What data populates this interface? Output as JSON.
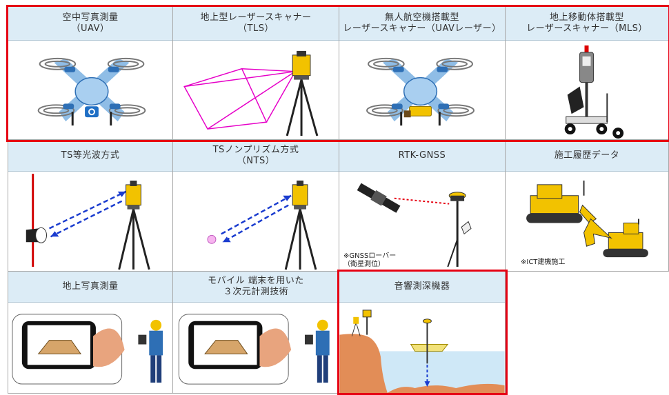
{
  "cells": [
    {
      "id": "uav",
      "title": [
        "空中写真測量",
        "（UAV）"
      ]
    },
    {
      "id": "tls",
      "title": [
        "地上型レーザースキャナー",
        "（TLS）"
      ]
    },
    {
      "id": "uav-laser",
      "title": [
        "無人航空機搭載型",
        "レーザースキャナー（UAVレーザー）"
      ]
    },
    {
      "id": "mls",
      "title": [
        "地上移動体搭載型",
        "レーザースキャナー（MLS）"
      ]
    },
    {
      "id": "ts",
      "title": [
        "TS等光波方式",
        ""
      ]
    },
    {
      "id": "nts",
      "title": [
        "TSノンプリズム方式",
        "（NTS）"
      ]
    },
    {
      "id": "rtk",
      "title": [
        "RTK-GNSS",
        ""
      ],
      "note": [
        "※GNSSローバー",
        "（衛星測位）"
      ]
    },
    {
      "id": "ict",
      "title": [
        "施工履歴データ",
        ""
      ],
      "note": [
        "※ICT建機施工",
        ""
      ]
    },
    {
      "id": "photo",
      "title": [
        "地上写真測量",
        ""
      ]
    },
    {
      "id": "mobile",
      "title": [
        "モバイル 端末を用いた",
        "３次元計測技術"
      ]
    },
    {
      "id": "sonar",
      "title": [
        "音響測深機器",
        ""
      ]
    }
  ],
  "colors": {
    "header_bg": "#dcecf6",
    "highlight": "#e60012",
    "grid": "#a7a7a7"
  }
}
